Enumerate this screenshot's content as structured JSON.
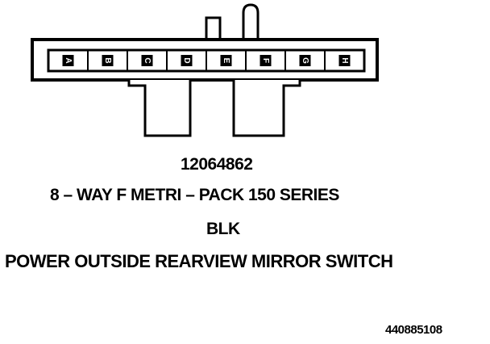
{
  "connector": {
    "pin_labels": [
      "A",
      "B",
      "C",
      "D",
      "E",
      "F",
      "G",
      "H"
    ]
  },
  "part_number": "12064862",
  "connector_description": "8 – WAY F METRI – PACK 150 SERIES",
  "color_code": "BLK",
  "component_name": "POWER OUTSIDE REARVIEW MIRROR SWITCH",
  "figure_id": "440885108"
}
